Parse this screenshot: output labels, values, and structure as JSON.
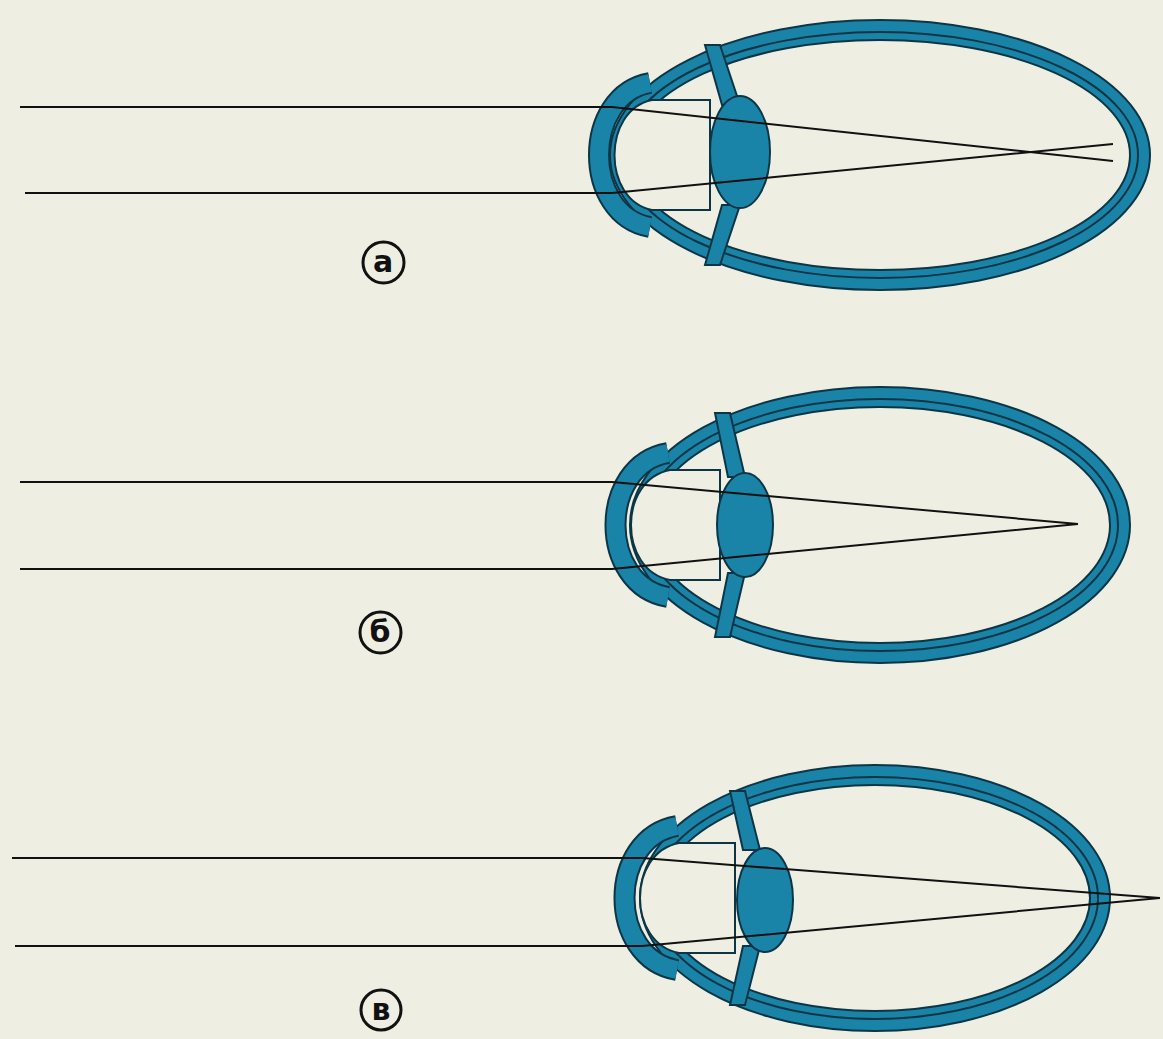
{
  "diagram": {
    "nodes": [
      {
        "text": [
          "а"
        ]
      },
      {
        "text": [
          "б"
        ]
      },
      {
        "text": [
          "в"
        ]
      }
    ]
  }
}
